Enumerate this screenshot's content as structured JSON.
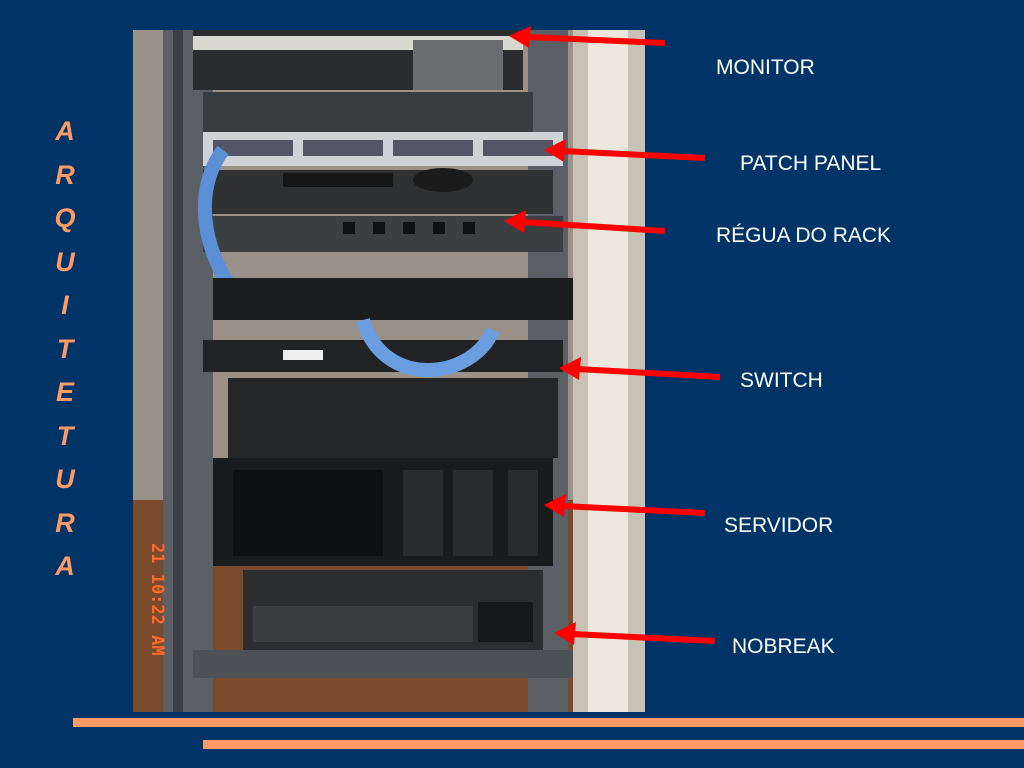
{
  "slide": {
    "vertical_title": "ARQUITETURA",
    "photo_timestamp": "21 10:22 AM",
    "labels": {
      "monitor": "MONITOR",
      "patch_panel": "PATCH PANEL",
      "regua_do_rack": "RÉGUA DO RACK",
      "switch": "SWITCH",
      "servidor": "SERVIDOR",
      "nobreak": "NOBREAK"
    }
  },
  "colors": {
    "background": "#003366",
    "title_accent": "#ff9966",
    "arrow": "#ff0000",
    "label_text": "#ffffff",
    "rule": "#ff9966"
  },
  "icons": {
    "arrow": "left-pointing-red-arrow",
    "photo": "server-rack-photo"
  }
}
